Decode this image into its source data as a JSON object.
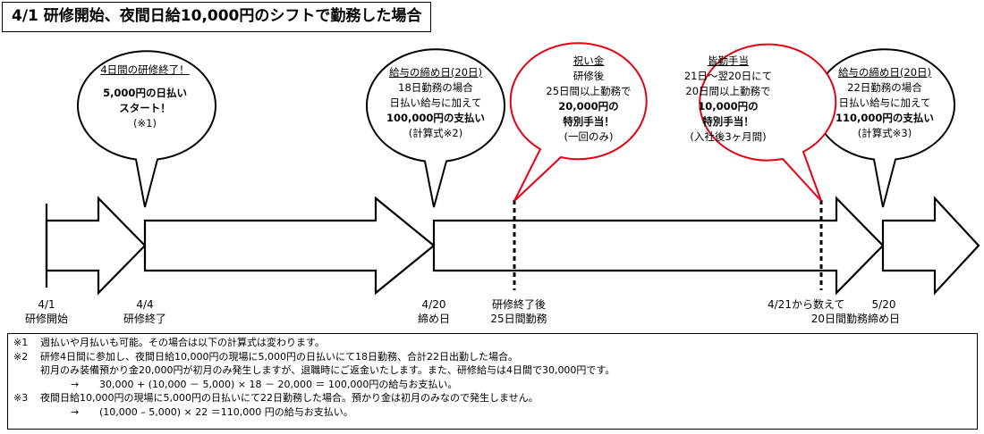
{
  "title": "4/1 研修開始、夜間日給10,000円のシフトで勤務した場合",
  "bubbles": {
    "b1": {
      "line1": "4日間の研修終了！",
      "line2": "5,000円の日払い",
      "line3": "スタート！",
      "line4": "(※1)"
    },
    "b2": {
      "line1": "給与の締め日(20日)",
      "line2": "18日勤務の場合",
      "line3": "日払い給与に加えて",
      "line4": "100,000円の支払い",
      "line5": "(計算式※2)"
    },
    "b3": {
      "line1": "祝い金",
      "line2": "研修後",
      "line3": "25日間以上勤務で",
      "line4": "20,000円の",
      "line5": "特別手当！",
      "line6": "(一回のみ)"
    },
    "b4": {
      "line1": "皆勤手当",
      "line2": "21日～翌20日にて",
      "line3": "20日間以上勤務で",
      "line4": "10,000円の",
      "line5": "特別手当！",
      "line6": "(入社後3ヶ月間)"
    },
    "b5": {
      "line1": "給与の締め日(20日)",
      "line2": "22日勤務の場合",
      "line3": "日払い給与に加えて",
      "line4": "110,000円の支払い",
      "line5": "(計算式※3)"
    }
  },
  "dates": {
    "d1": {
      "line1": "4/1",
      "line2": "研修開始"
    },
    "d2": {
      "line1": "4/4",
      "line2": "研修終了"
    },
    "d3": {
      "line1": "4/20",
      "line2": "締め日"
    },
    "d4": {
      "line1": "研修終了後",
      "line2": "25日間勤務"
    },
    "d5": {
      "line1": "4/21から数えて",
      "line2": "20日間勤務"
    },
    "d6": {
      "line1": "5/20",
      "line2": "締め日"
    }
  },
  "notes": {
    "n1_mark": "※1",
    "n1_text": "週払いや月払いも可能。その場合は以下の計算式は変わります。",
    "n2_mark": "※2",
    "n2_text": "研修4日間に参加し、夜間日給10,000円の現場に5,000円の日払いにて18日勤務、合計22日出勤した場合。",
    "n2_text2": "初月のみ装備預かり金20,000円が初月のみ発生しますが、退職時にご返金いたします。また、研修給与は4日間で30,000円です。",
    "n2_arrow": "→",
    "n2_calc": "30,000 + (10,000 － 5,000) × 18 － 20,000 ＝ 100,000円の給与お支払い。",
    "n3_mark": "※3",
    "n3_text": "夜間日給10,000円の現場に5,000円の日払いにて22日勤務した場合。預かり金は初月のみなので発生しません。",
    "n3_arrow": "→",
    "n3_calc": "(10,000 – 5,000) × 22 ＝110,000 円の給与お支払い。"
  },
  "colors": {
    "callout_red": "#e60012",
    "line": "#000000"
  }
}
